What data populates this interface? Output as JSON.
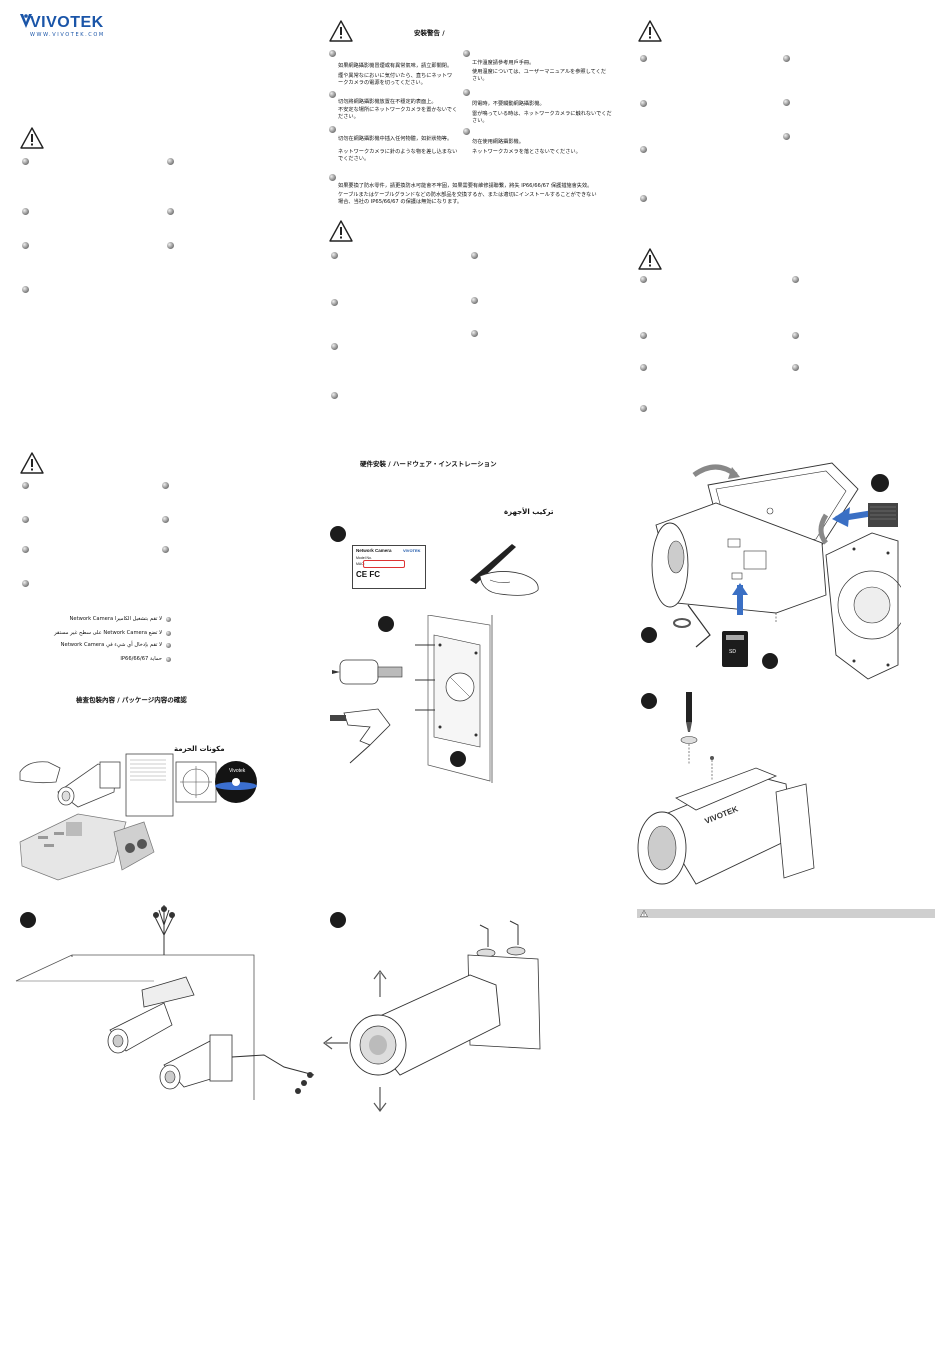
{
  "brand": {
    "name": "VIVOTEK",
    "tagline": "WWW.VIVOTEK.COM",
    "color": "#1a55a8"
  },
  "col2": {
    "safety_heading": "安裝警告 /",
    "item1_zh": "如果網路攝影機冒煙或有異常氣味，請立即關閉。",
    "item1_ja1": "煙や異常なにおいに気付いたら、直ちにネットワ",
    "item1_ja2": "ークカメラの電源を切ってください。",
    "item2_zh": "切勿將網路攝影機放置在不穩定的表面上。",
    "item2_ja1": "不安定な場所にネットワークカメラを置かないでく",
    "item2_ja2": "ださい。",
    "item3_zh": "切勿在網路攝影機中插入任何物體，如針狀物等。",
    "item3_ja1": "ネットワークカメラに針のような物を差し込まない",
    "item3_ja2": "でください。",
    "item4_zh": "工作溫度請參考用戶手冊。",
    "item4_ja1": "使用温度については、ユーザーマニュアルを参照してくだ",
    "item4_ja2": "さい。",
    "item5_zh": "閃電時，不要觸動網路攝影機。",
    "item5_ja1": "雷が鳴っている時は、ネットワークカメラに触れないでくだ",
    "item5_ja2": "さい。",
    "item6_zh": "勿在使用網路攝影機。",
    "item6_ja": "ネットワークカメラを落とさないでください。",
    "wide_zh": "如果要換了防水零件，請更換防水可能會不牢固，如果需要有維修請聯繫，將失 IP66/66/67 保護措施會失效。",
    "wide_ja1": "ケーブルまたはケーブルグランドなどの防水部品を交換するか、または適切にインストールすることができない",
    "wide_ja2": "場合、当社の IP65/66/67 の保護は無効になります。",
    "hw_heading": "硬件安裝 / ハードウェア・インストレーション",
    "hw_arabic": "تركيب الأجهزة",
    "label_title": "Network Camera",
    "label_brand": "VIVOTEK",
    "label_model": "Model No.",
    "label_mac": "MAC:",
    "label_marks": "CE FC"
  },
  "col1": {
    "arabic_1": "لا تقم بتشغيل الكاميرا Network Camera",
    "arabic_2": "لا تضع Network Camera على سطح غير مستقر",
    "arabic_3": "لا تقم بإدخال أي شيء في Network Camera",
    "arabic_4": "حماية IP66/66/67",
    "pkg_heading": "檢查包裝內容 / パッケージ内容の確認",
    "pkg_arabic": "مكونات الحزمة",
    "cd_brand": "Vivotek"
  },
  "col3": {
    "note_icon": "warning-small-icon"
  },
  "icons": {
    "warning": "warning-triangle-icon",
    "bullet": "gray-bullet-icon"
  }
}
